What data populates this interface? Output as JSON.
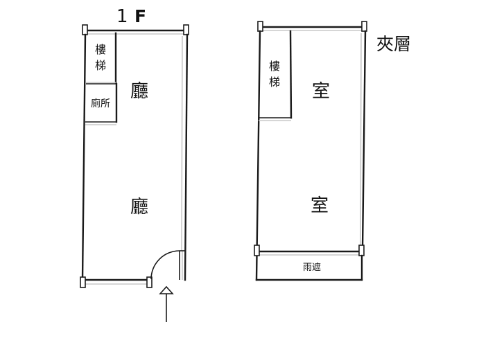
{
  "ground_floor": {
    "title_number": "1",
    "title_letter": "F",
    "stairs": [
      "樓",
      "梯"
    ],
    "toilet": "廁所",
    "hall_upper": "廳",
    "hall_lower": "廳"
  },
  "mezzanine": {
    "title": "夾層",
    "stairs": [
      "樓",
      "梯"
    ],
    "room_upper": "室",
    "room_lower": "室",
    "canopy": "雨遮"
  },
  "colors": {
    "wall": "#1a1a1a",
    "shade": "#c8c8c8",
    "background": "#ffffff"
  }
}
